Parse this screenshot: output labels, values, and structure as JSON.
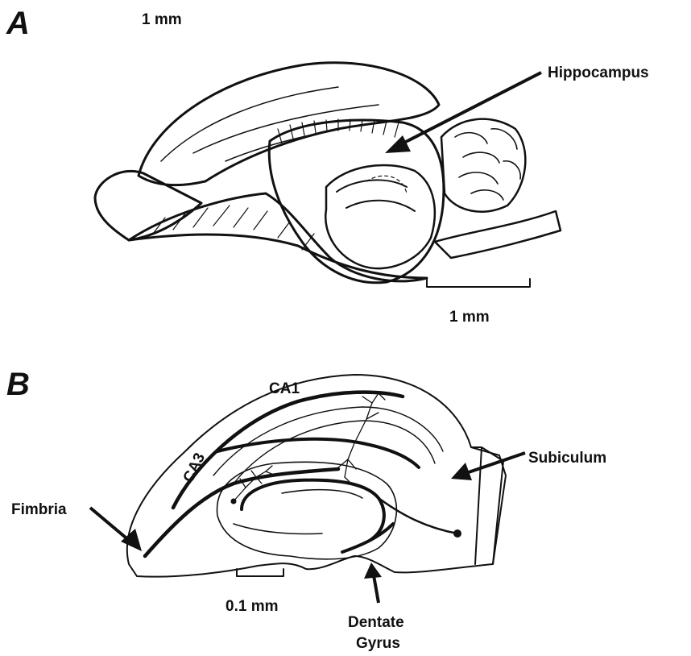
{
  "panel_a": {
    "letter": "A",
    "top_scale_label": "1 mm",
    "hippocampus_label": "Hippocampus",
    "scale_label": "1 mm"
  },
  "panel_b": {
    "letter": "B",
    "ca1_label": "CA1",
    "ca3_label": "CA3",
    "fimbria_label": "Fimbria",
    "subiculum_label": "Subiculum",
    "scale_label": "0.1 mm",
    "dentate_label_line1": "Dentate",
    "dentate_label_line2": "Gyrus"
  }
}
